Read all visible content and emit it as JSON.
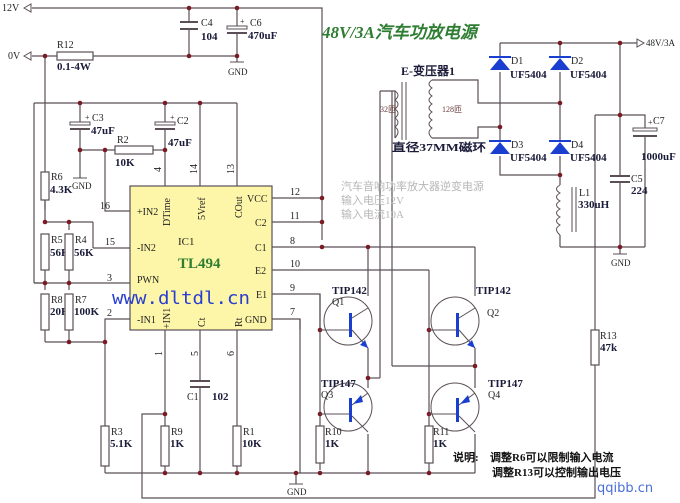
{
  "title": "48V/3A汽车功放电源",
  "rails": {
    "v12": "12V",
    "v0": "0V",
    "out": "48V/3A",
    "gnd": "GND"
  },
  "ic": {
    "ref": "IC1",
    "part": "TL494",
    "pins_left": [
      "+IN2",
      "-IN2",
      "PWN",
      "-IN1"
    ],
    "pins_top": [
      "DTime",
      "5Vref",
      "COut"
    ],
    "pins_right": [
      "VCC",
      "C2",
      "C1",
      "E2",
      "E1",
      "GND"
    ],
    "pins_bottom": [
      "+IN1",
      "Ct",
      "Rt"
    ],
    "pin_numbers": {
      "p16": "16",
      "p15": "15",
      "p3": "3",
      "p2": "2",
      "p4": "4",
      "p14": "14",
      "p13": "13",
      "p12": "12",
      "p11": "11",
      "p8": "8",
      "p10": "10",
      "p9": "9",
      "p7": "7",
      "p1": "1",
      "p5": "5",
      "p6": "6"
    }
  },
  "components": {
    "R12": {
      "ref": "R12",
      "value": "0.1-4W"
    },
    "C4": {
      "ref": "C4",
      "value": "104"
    },
    "C6": {
      "ref": "C6",
      "value": "470uF"
    },
    "C3": {
      "ref": "C3",
      "value": "47uF"
    },
    "C2": {
      "ref": "C2",
      "value": "47uF"
    },
    "R2": {
      "ref": "R2",
      "value": "10K"
    },
    "R6": {
      "ref": "R6",
      "value": "4.3K"
    },
    "R5": {
      "ref": "R5",
      "value": "56K"
    },
    "R4": {
      "ref": "R4",
      "value": "56K"
    },
    "R8": {
      "ref": "R8",
      "value": "20K"
    },
    "R7": {
      "ref": "R7",
      "value": "100K"
    },
    "R3": {
      "ref": "R3",
      "value": "5.1K"
    },
    "R9": {
      "ref": "R9",
      "value": "1K"
    },
    "C1": {
      "ref": "C1",
      "value": "102"
    },
    "R1": {
      "ref": "R1",
      "value": "10K"
    },
    "R10": {
      "ref": "R10",
      "value": "1K"
    },
    "R11": {
      "ref": "R11",
      "value": "1K"
    },
    "R13": {
      "ref": "R13",
      "value": "47k"
    },
    "Q1": {
      "ref": "Q1",
      "value": "TIP142"
    },
    "Q2": {
      "ref": "Q2",
      "value": "TIP142"
    },
    "Q3": {
      "ref": "Q3",
      "value": "TIP147"
    },
    "Q4": {
      "ref": "Q4",
      "value": "TIP147"
    },
    "D1": {
      "ref": "D1",
      "value": "UF5404"
    },
    "D2": {
      "ref": "D2",
      "value": "UF5404"
    },
    "D3": {
      "ref": "D3",
      "value": "UF5404"
    },
    "D4": {
      "ref": "D4",
      "value": "UF5404"
    },
    "C7": {
      "ref": "C7",
      "value": "1000uF"
    },
    "C5": {
      "ref": "C5",
      "value": "224"
    },
    "L1": {
      "ref": "L1",
      "value": "330uH"
    },
    "T1": {
      "ref": "E-变压器1",
      "primary": "32匝",
      "secondary": "128匝",
      "core": "直径37MM磁环"
    }
  },
  "watermark_text": [
    "汽车音响功率放大器逆变电源",
    "输入电压12V",
    "输入电流10A"
  ],
  "notes": {
    "label": "说明:",
    "line1": "调整R6可以限制输入电流",
    "line2": "调整R13可以控制输出电压"
  },
  "urls": {
    "main": "www.dltdl.cn",
    "corner": "qqibb.cn"
  },
  "colors": {
    "title": "#2e7d32",
    "ic_fill": "#fdf6a8",
    "wire": "#5a4f57",
    "node": "#7a1a24",
    "semi": "#1a3fd0"
  }
}
